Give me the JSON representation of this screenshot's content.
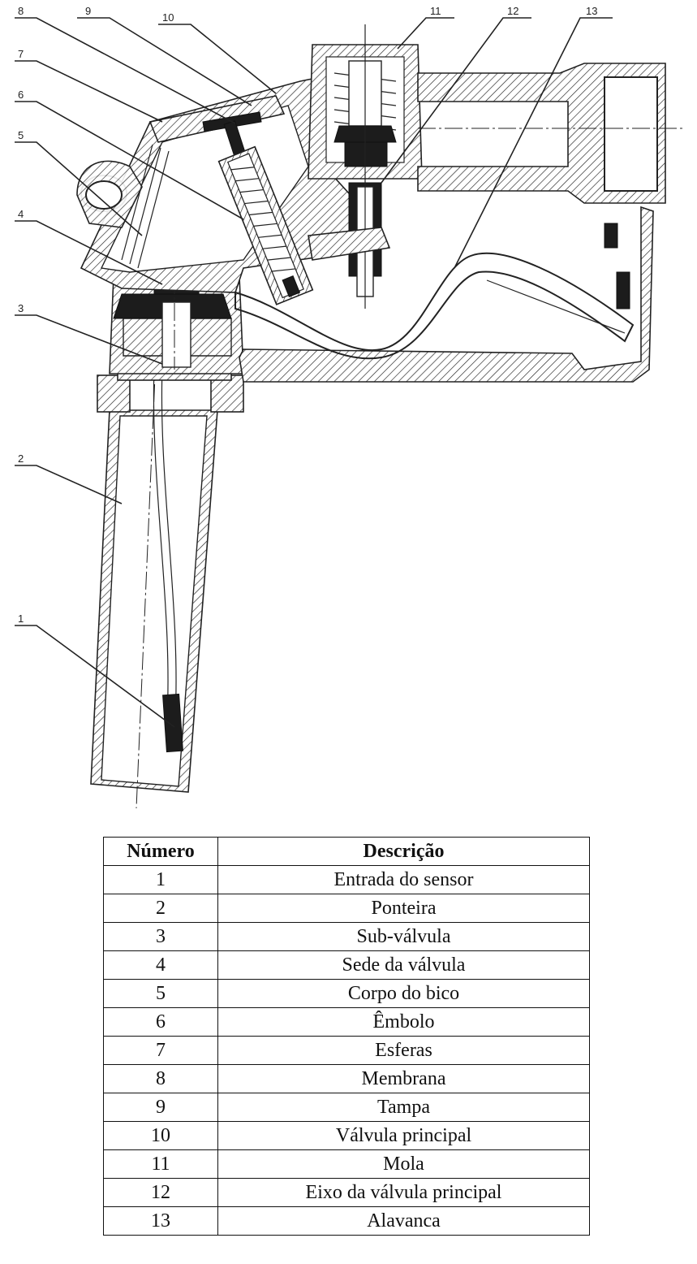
{
  "callouts": [
    "1",
    "2",
    "3",
    "4",
    "5",
    "6",
    "7",
    "8",
    "9",
    "10",
    "11",
    "12",
    "13"
  ],
  "table": {
    "headers": {
      "number": "Número",
      "description": "Descrição"
    },
    "rows": [
      {
        "number": "1",
        "description": "Entrada do sensor"
      },
      {
        "number": "2",
        "description": "Ponteira"
      },
      {
        "number": "3",
        "description": "Sub-válvula"
      },
      {
        "number": "4",
        "description": "Sede da válvula"
      },
      {
        "number": "5",
        "description": "Corpo do bico"
      },
      {
        "number": "6",
        "description": "Êmbolo"
      },
      {
        "number": "7",
        "description": "Esferas"
      },
      {
        "number": "8",
        "description": "Membrana"
      },
      {
        "number": "9",
        "description": "Tampa"
      },
      {
        "number": "10",
        "description": "Válvula principal"
      },
      {
        "number": "11",
        "description": "Mola"
      },
      {
        "number": "12",
        "description": "Eixo da válvula principal"
      },
      {
        "number": "13",
        "description": "Alavanca"
      }
    ]
  }
}
